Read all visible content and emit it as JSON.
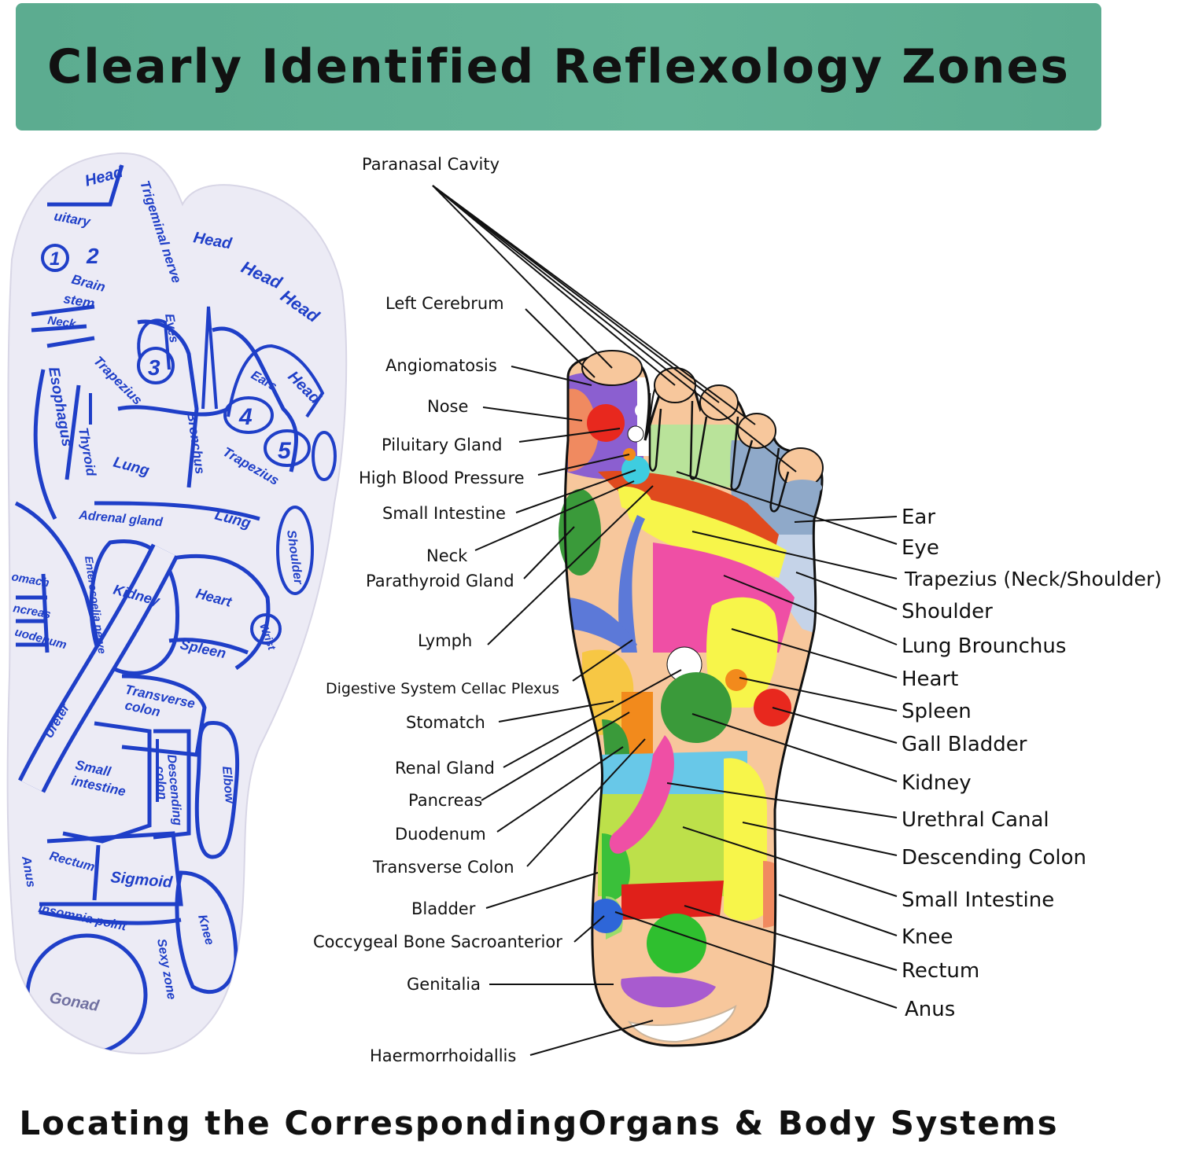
{
  "colors": {
    "banner": "#5cac90",
    "sock_ink": "#1f3fc8",
    "skin": "#f7c79c",
    "outline": "#111111"
  },
  "title": "Clearly Identified Reflexology Zones",
  "footer": "Locating the CorrespondingOrgans & Body Systems",
  "sock_labels": {
    "head_a": "Head",
    "pituitary": "uitary",
    "trigeminal": "Trigeminal nerve",
    "brain_stem_1": "Brain",
    "brain_stem_2": "stem",
    "neck": "Neck",
    "head_b": "Head",
    "head_c": "Head",
    "head_d": "Head",
    "head_e": "Head",
    "eyes": "Eyes",
    "ears": "Ears",
    "trapezius_a": "Trapezius",
    "trapezius_b": "Trapezius",
    "esophagus": "Esophagus",
    "thyroid": "Thyroid",
    "bronchus": "Bronchus",
    "lung_a": "Lung",
    "lung_b": "Lung",
    "adrenal": "Adrenal gland",
    "shoulder": "Shoulder",
    "stomach": "omach",
    "pancreas": "ncreas",
    "duodenum": "uodenum",
    "enterocoelia": "Enterocoelia nerve",
    "kidney": "Kidney",
    "heart": "Heart",
    "spleen": "Spleen",
    "wrist": "Wrist",
    "transverse_1": "Transverse",
    "transverse_2": "colon",
    "ureter": "Ureter",
    "small_int_1": "Small",
    "small_int_2": "intestine",
    "descending_1": "Descending",
    "descending_2": "colon",
    "elbow": "Elbow",
    "rectum": "Rectum",
    "sigmoid": "Sigmoid",
    "anus": "Anus",
    "insomnia": "Insomnia point",
    "knee": "Knee",
    "sexy_zone": "Sexy zone",
    "gonad": "Gonad",
    "n1": "1",
    "n2": "2",
    "n3": "3",
    "n4": "4",
    "n5": "5"
  },
  "left_labels": {
    "paranasal": "Paranasal Cavity",
    "left_cerebrum": "Left Cerebrum",
    "angiomatosis": "Angiomatosis",
    "nose": "Nose",
    "piluitary": "Piluitary Gland",
    "high_bp": "High Blood Pressure",
    "small_intestine": "Small Intestine",
    "neck": "Neck",
    "parathyroid": "Parathyroid Gland",
    "lymph": "Lymph",
    "digestive": "Digestive System Cellac Plexus",
    "stomatch": "Stomatch",
    "renal": "Renal Gland",
    "pancreas": "Pancreas",
    "duodenum": "Duodenum",
    "transverse": "Transverse Colon",
    "bladder": "Bladder",
    "coccygeal": "Coccygeal Bone Sacroanterior",
    "genitalia": "Genitalia",
    "haemorrhoidallis": "Haermorrhoidallis"
  },
  "right_labels": {
    "ear": "Ear",
    "eye": "Eye",
    "trapezius": "Trapezius (Neck/Shoulder)",
    "shoulder": "Shoulder",
    "lung": "Lung Brounchus",
    "heart": "Heart",
    "spleen": "Spleen",
    "gall": "Gall Bladder",
    "kidney": "Kidney",
    "urethral": "Urethral Canal",
    "descending": "Descending Colon",
    "small_intestine": "Small Intestine",
    "knee": "Knee",
    "rectum": "Rectum",
    "anus": "Anus"
  }
}
